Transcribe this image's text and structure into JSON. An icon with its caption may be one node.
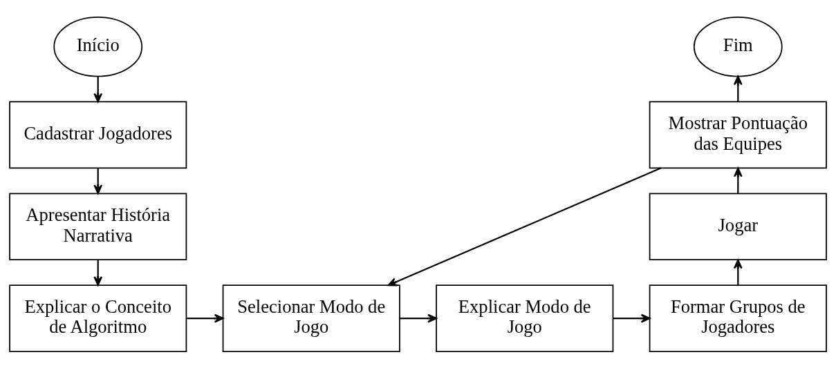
{
  "diagram": {
    "nodes": [
      {
        "text": [
          "Início"
        ]
      },
      {
        "text": [
          "Cadastrar Jogadores"
        ]
      },
      {
        "text": [
          "Apresentar História Narrativa"
        ]
      },
      {
        "text": [
          "Explicar o Conceito de Algoritmo"
        ]
      },
      {
        "text": [
          "Selecionar Modo de Jogo"
        ]
      },
      {
        "text": [
          "Explicar Modo de Jogo"
        ]
      },
      {
        "text": [
          "Formar Grupos de Jogadores"
        ]
      },
      {
        "text": [
          "Jogar"
        ]
      },
      {
        "text": [
          "Mostrar Pontuação das Equipes"
        ]
      },
      {
        "text": [
          "Fim"
        ]
      }
    ],
    "edges": [
      {
        "from": 0,
        "to": 1,
        "arrow": "to"
      },
      {
        "from": 1,
        "to": 2,
        "arrow": "to"
      },
      {
        "from": 2,
        "to": 3,
        "arrow": "to"
      },
      {
        "from": 3,
        "to": 4,
        "arrow": "to"
      },
      {
        "from": 4,
        "to": 5,
        "arrow": "to"
      },
      {
        "from": 5,
        "to": 6,
        "arrow": "to"
      },
      {
        "from": 6,
        "to": 7,
        "arrow": "to"
      },
      {
        "from": 7,
        "to": 8,
        "arrow": "to"
      },
      {
        "from": 8,
        "to": 9,
        "arrow": "to"
      },
      {
        "from": 8,
        "to": 4,
        "arrow": "to"
      }
    ]
  }
}
